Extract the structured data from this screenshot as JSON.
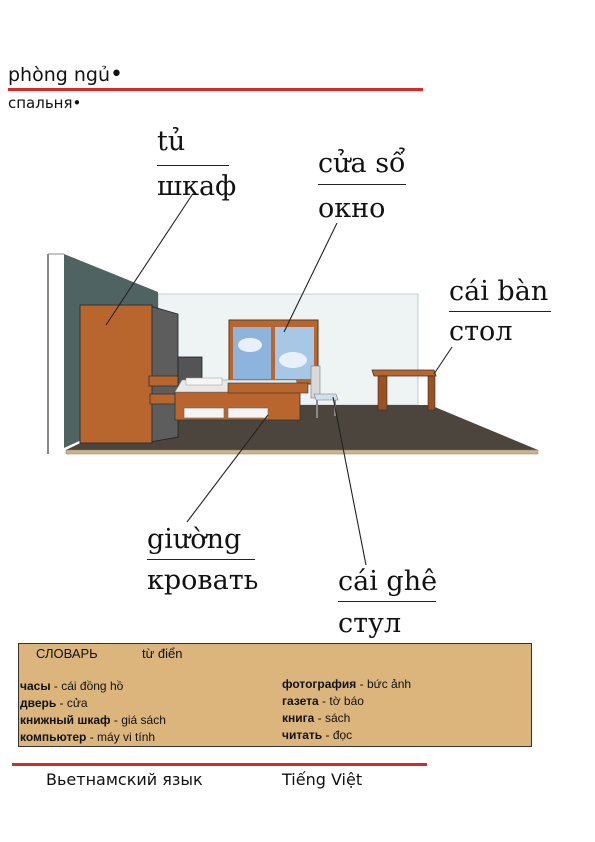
{
  "header": {
    "title_vi": "phòng ngủ",
    "bullet": "•",
    "title_ru": "спальня"
  },
  "labels": {
    "wardrobe": {
      "vi": "tủ",
      "ru": "шкаф"
    },
    "window": {
      "vi": "cửa sổ",
      "ru": "окно"
    },
    "table": {
      "vi": "cái bàn",
      "ru": "стол"
    },
    "bed": {
      "vi": "giường",
      "ru": "кровать"
    },
    "chair": {
      "vi": "cái ghê",
      "ru": "стул"
    }
  },
  "vocab": {
    "title_ru": "СЛОВАРЬ",
    "title_vi": "từ điển",
    "left": [
      {
        "ru": "часы",
        "sep": " -  ",
        "vi": "cái đồng hồ"
      },
      {
        "ru": "дверь",
        "sep": " - ",
        "vi": "cửa"
      },
      {
        "ru": "книжный шкаф",
        "sep": " - ",
        "vi": "giá sách"
      },
      {
        "ru": "компьютер",
        "sep": " -  ",
        "vi": "máy vi tính"
      }
    ],
    "right": [
      {
        "ru": "фотография",
        "sep": " - ",
        "vi": "bức ảnh"
      },
      {
        "ru": "газета",
        "sep": " - ",
        "vi": "tờ báo"
      },
      {
        "ru": "книга",
        "sep": " - ",
        "vi": "sách"
      },
      {
        "ru": "читать",
        "sep": " - ",
        "vi": "đọc"
      }
    ]
  },
  "footer": {
    "ru": "Вьетнамский  язык",
    "vi": "Tiếng Việt"
  },
  "colors": {
    "accent_red": "#d42a2a",
    "vocab_bg": "#dbb57b",
    "wood": "#b8662e",
    "wall": "#4f6462",
    "floor": "#4b453e"
  }
}
